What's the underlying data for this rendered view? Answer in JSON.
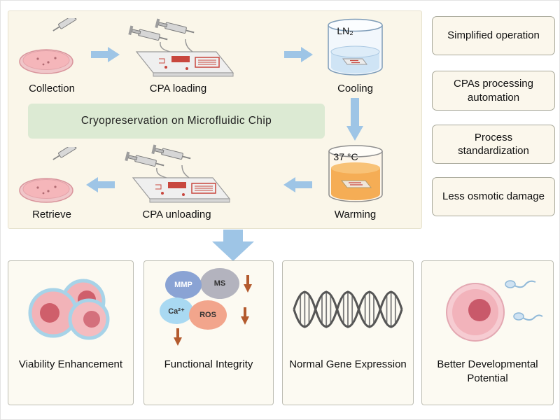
{
  "workflow": {
    "caption": "Cryopreservation on Microfluidic Chip",
    "steps": {
      "collection": "Collection",
      "cpa_loading": "CPA loading",
      "cooling": "Cooling",
      "warming": "Warming",
      "cpa_unloading": "CPA unloading",
      "retrieve": "Retrieve"
    },
    "cooling_container_label": "LN₂",
    "warming_container_label": "37 °C"
  },
  "benefits": [
    {
      "label": "Simplified operation"
    },
    {
      "label": "CPAs processing automation"
    },
    {
      "label": "Process standardization"
    },
    {
      "label": "Less osmotic damage"
    }
  ],
  "outcomes": [
    {
      "label": "Viability Enhancement"
    },
    {
      "label": "Functional Integrity"
    },
    {
      "label": "Normal Gene Expression"
    },
    {
      "label": "Better Developmental Potential"
    }
  ],
  "functional_integrity": {
    "bubbles": [
      {
        "label": "MMP"
      },
      {
        "label": "MS"
      },
      {
        "label": "Ca²⁺"
      },
      {
        "label": "ROS"
      }
    ]
  },
  "colors": {
    "arrow_blue": "#9ec5e6",
    "panel_cream": "#faf6e9",
    "green_box": "#dcead3",
    "down_regulation_arrow": "#b35a2e"
  }
}
